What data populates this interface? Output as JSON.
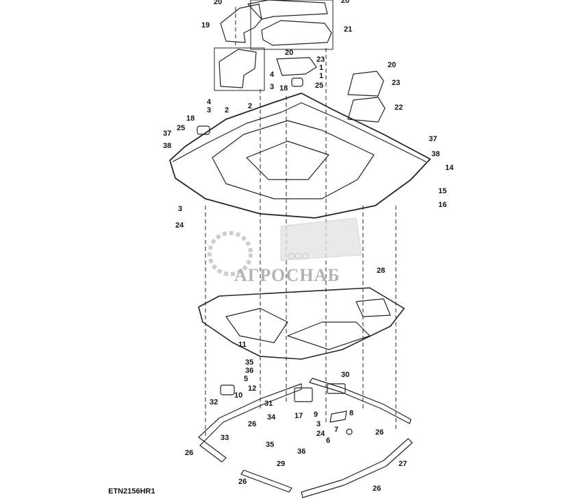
{
  "diagram": {
    "reference_code": "ETN2156HR1",
    "watermark": {
      "company_prefix": "ООО",
      "company_name": "АГРОСНАБ"
    },
    "callouts": [
      "20",
      "20",
      "19",
      "21",
      "20",
      "23",
      "1",
      "1",
      "25",
      "4",
      "3",
      "18",
      "2",
      "20",
      "23",
      "22",
      "4",
      "3",
      "2",
      "18",
      "37",
      "25",
      "38",
      "37",
      "38",
      "14",
      "15",
      "16",
      "3",
      "24",
      "28",
      "11",
      "35",
      "36",
      "5",
      "12",
      "10",
      "32",
      "31",
      "17",
      "34",
      "9",
      "3",
      "24",
      "8",
      "7",
      "6",
      "30",
      "26",
      "26",
      "33",
      "35",
      "36",
      "29",
      "26",
      "26",
      "27",
      "26"
    ]
  }
}
